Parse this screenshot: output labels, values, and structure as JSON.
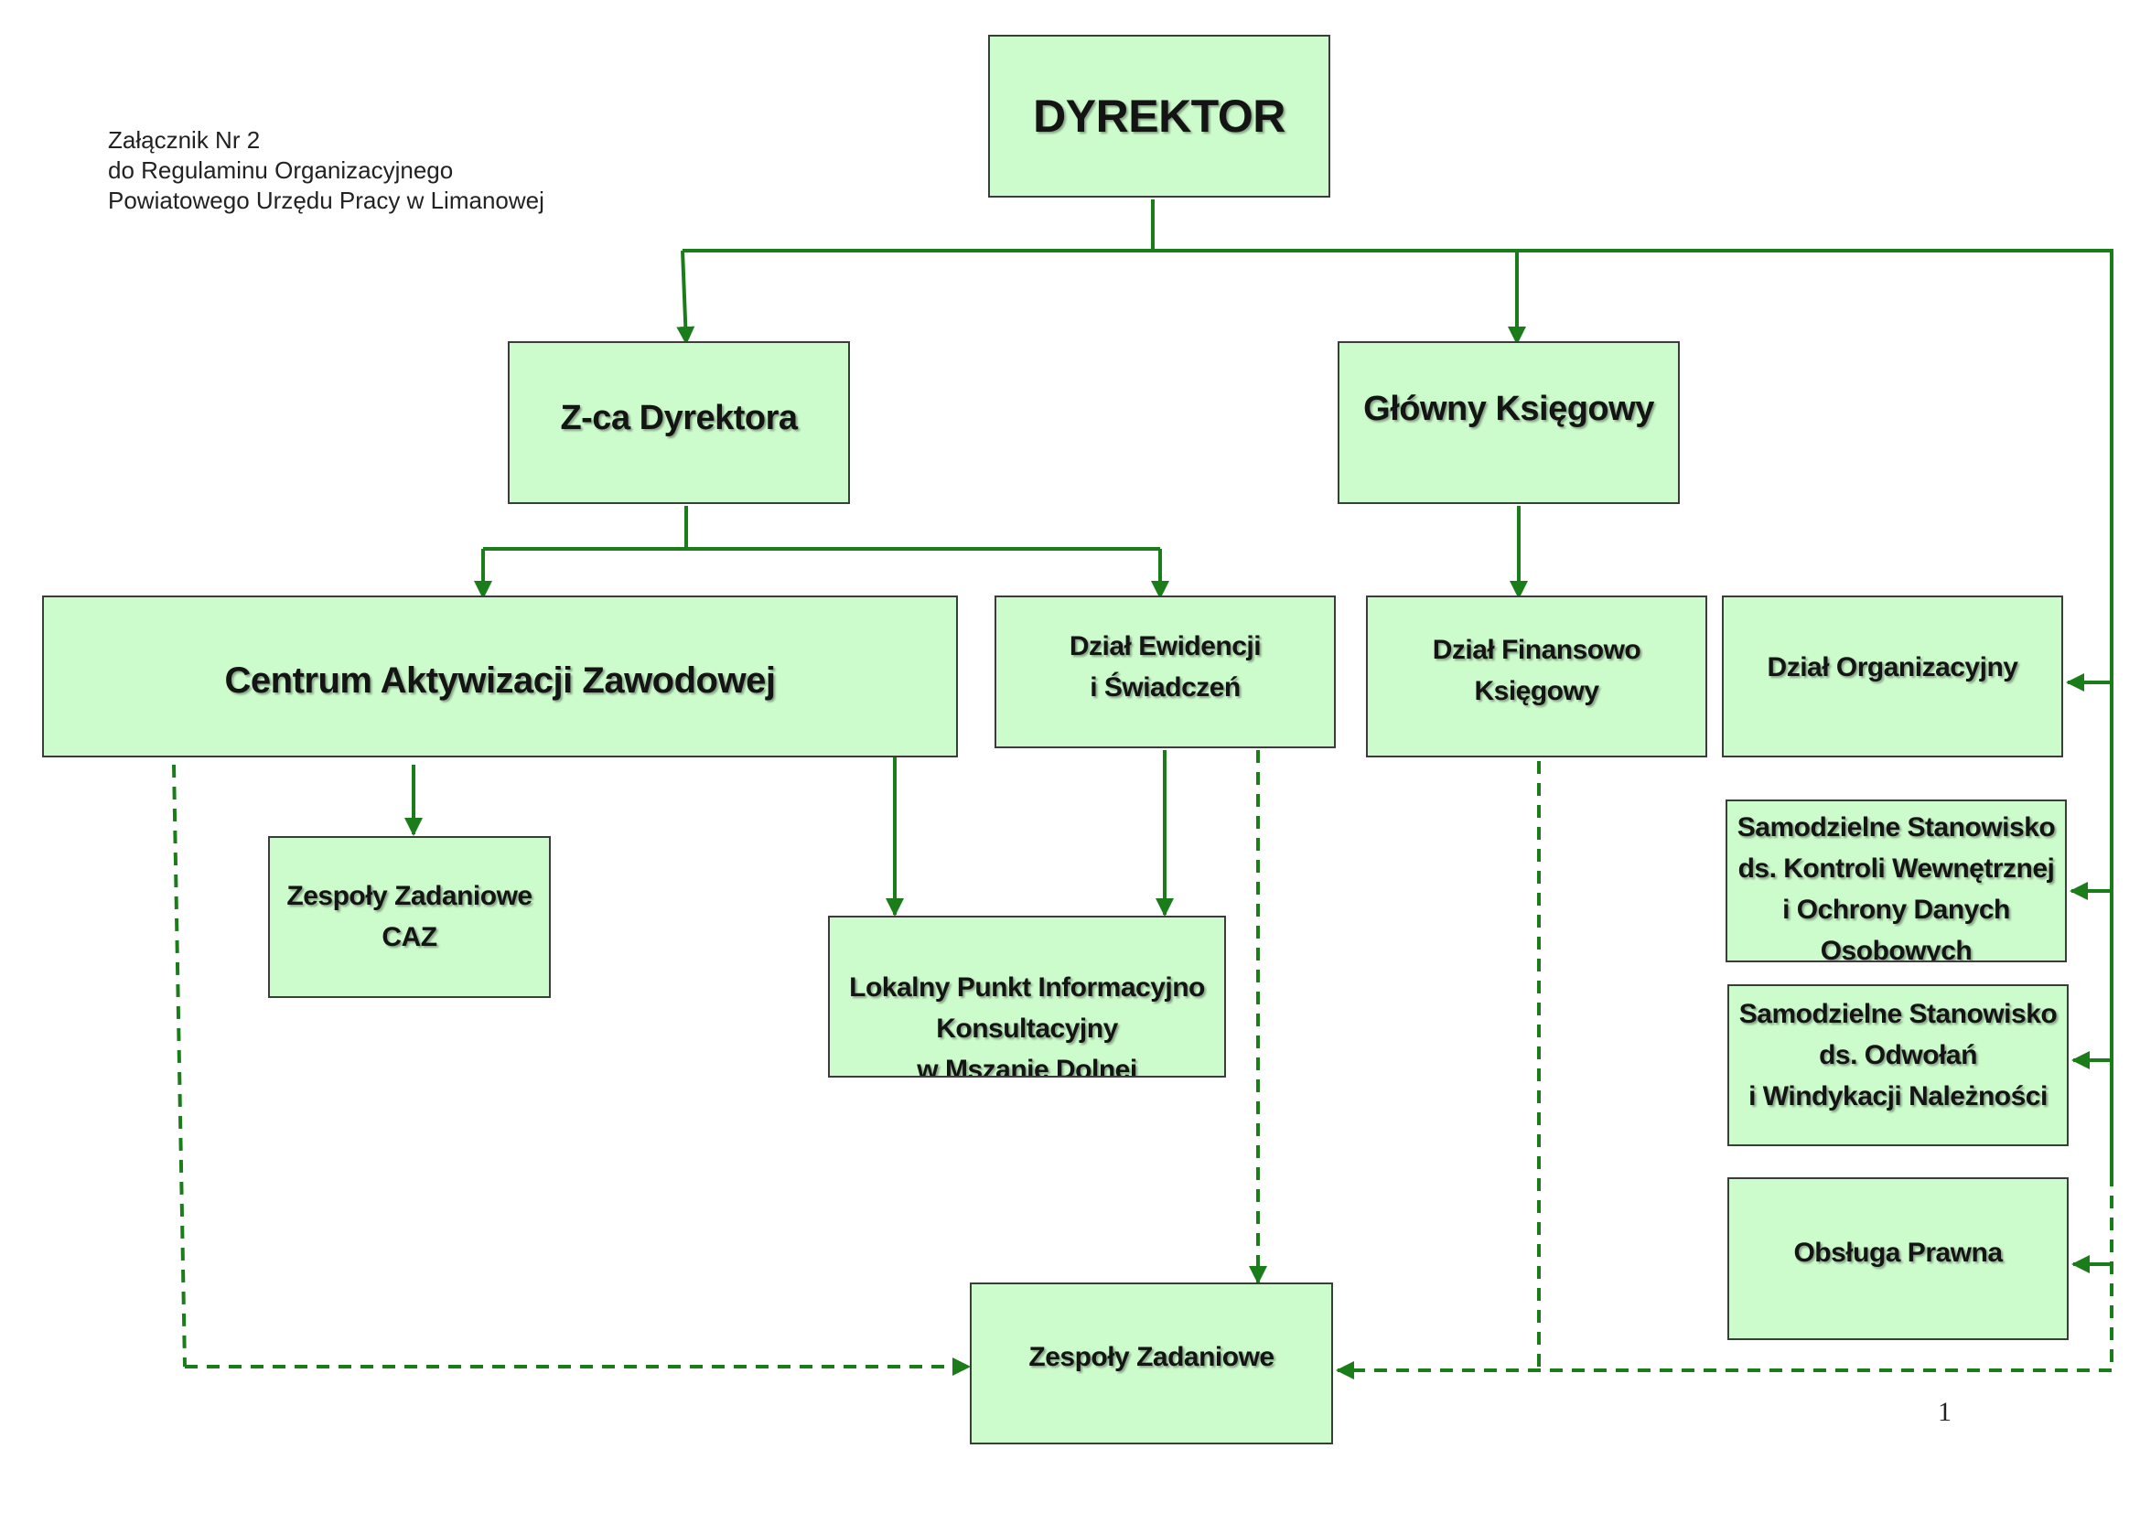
{
  "attachment_note": {
    "line1": "Załącznik Nr 2",
    "line2": "do Regulaminu Organizacyjnego",
    "line3": "Powiatowego Urzędu Pracy w Limanowej"
  },
  "boxes": {
    "director": "DYREKTOR",
    "deputy_director": "Z-ca Dyrektora",
    "chief_accountant": "Główny Księgowy",
    "caz": "Centrum Aktywizacji Zawodowej",
    "records_benefits": [
      "Dział Ewidencji",
      "i Świadczeń"
    ],
    "finance_accounting": [
      "Dział Finansowo",
      "Księgowy"
    ],
    "organizational": "Dział Organizacyjny",
    "internal_control": [
      "Samodzielne Stanowisko",
      "ds. Kontroli Wewnętrznej",
      "i Ochrony Danych",
      "Osobowych"
    ],
    "appeals_recovery": [
      "Samodzielne Stanowisko",
      "ds. Odwołań",
      "i Windykacji Należności"
    ],
    "legal_service": "Obsługa Prawna",
    "caz_task_teams": [
      "Zespoły Zadaniowe",
      "CAZ"
    ],
    "local_info_point": [
      "Lokalny Punkt Informacyjno",
      "Konsultacyjny",
      "w Mszanie Dolnej"
    ],
    "task_teams": "Zespoły Zadaniowe"
  },
  "page_number": "1",
  "colors": {
    "box_fill": "#ccfccc",
    "box_border": "#3c3c3c",
    "connector": "#1a7d1a"
  }
}
